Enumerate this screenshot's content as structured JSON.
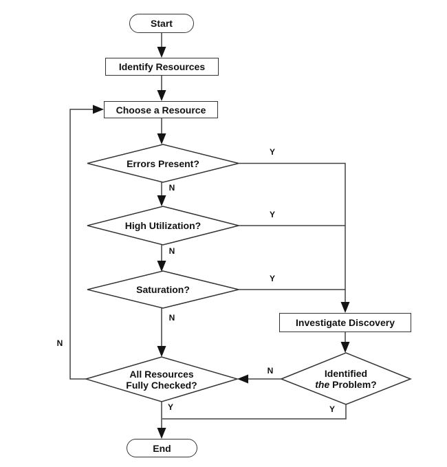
{
  "colors": {
    "line": "#404040",
    "arrow": "#141414",
    "shape_border": "#333333",
    "shape_fill": "#ffffff",
    "text": "#111111",
    "background": "#ffffff"
  },
  "nodes": {
    "start": {
      "type": "terminator",
      "label": "Start"
    },
    "identify_resources": {
      "type": "process",
      "label": "Identify Resources"
    },
    "choose_resource": {
      "type": "process",
      "label": "Choose a Resource"
    },
    "errors_present": {
      "type": "decision",
      "label": "Errors Present?"
    },
    "high_utilization": {
      "type": "decision",
      "label": "High Utilization?"
    },
    "saturation": {
      "type": "decision",
      "label": "Saturation?"
    },
    "investigate_discovery": {
      "type": "process",
      "label": "Investigate Discovery"
    },
    "all_resources_checked": {
      "type": "decision",
      "line1": "All Resources",
      "line2": "Fully Checked?"
    },
    "identified_problem": {
      "type": "decision",
      "line1": "Identified",
      "line2_italic": "the",
      "line2_rest": " Problem?"
    },
    "end": {
      "type": "terminator",
      "label": "End"
    }
  },
  "branch_labels": {
    "yes": "Y",
    "no": "N"
  },
  "edges": [
    {
      "from": "start",
      "to": "identify_resources",
      "label": ""
    },
    {
      "from": "identify_resources",
      "to": "choose_resource",
      "label": ""
    },
    {
      "from": "choose_resource",
      "to": "errors_present",
      "label": ""
    },
    {
      "from": "errors_present",
      "to": "high_utilization",
      "label": "N"
    },
    {
      "from": "errors_present",
      "to": "investigate_discovery",
      "label": "Y"
    },
    {
      "from": "high_utilization",
      "to": "saturation",
      "label": "N"
    },
    {
      "from": "high_utilization",
      "to": "investigate_discovery",
      "label": "Y"
    },
    {
      "from": "saturation",
      "to": "all_resources_checked",
      "label": "N"
    },
    {
      "from": "saturation",
      "to": "investigate_discovery",
      "label": "Y"
    },
    {
      "from": "investigate_discovery",
      "to": "identified_problem",
      "label": ""
    },
    {
      "from": "identified_problem",
      "to": "all_resources_checked",
      "label": "N"
    },
    {
      "from": "identified_problem",
      "to": "end",
      "label": "Y"
    },
    {
      "from": "all_resources_checked",
      "to": "choose_resource",
      "label": "N"
    },
    {
      "from": "all_resources_checked",
      "to": "end",
      "label": "Y"
    }
  ]
}
